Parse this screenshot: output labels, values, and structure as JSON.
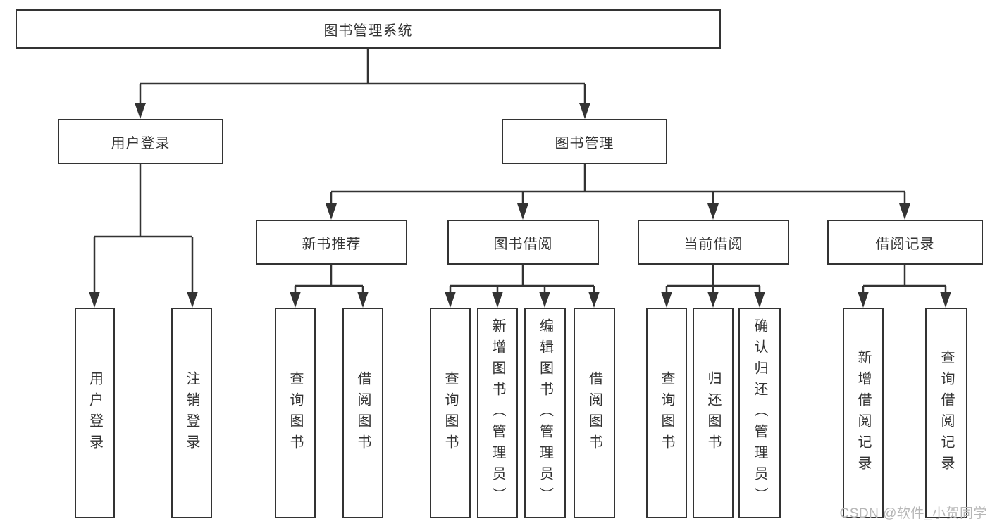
{
  "colors": {
    "line": "#333333",
    "text": "#333333",
    "box_background": "#ffffff",
    "page_background": "#ffffff",
    "watermark": "#b6b6b6"
  },
  "watermark": "CSDN @软件_小贺同学",
  "tree": {
    "root": {
      "label": "图书管理系统"
    },
    "branches": [
      {
        "label": "用户登录",
        "children": [
          {
            "label": "用户登录"
          },
          {
            "label": "注销登录"
          }
        ]
      },
      {
        "label": "图书管理",
        "sections": [
          {
            "label": "新书推荐",
            "children": [
              {
                "label": "查询图书"
              },
              {
                "label": "借阅图书"
              }
            ]
          },
          {
            "label": "图书借阅",
            "children": [
              {
                "label": "查询图书"
              },
              {
                "label": "新增图书（管理员）"
              },
              {
                "label": "编辑图书（管理员）"
              },
              {
                "label": "借阅图书"
              }
            ]
          },
          {
            "label": "当前借阅",
            "children": [
              {
                "label": "查询图书"
              },
              {
                "label": "归还图书"
              },
              {
                "label": "确认归还（管理员）"
              }
            ]
          },
          {
            "label": "借阅记录",
            "children": [
              {
                "label": "新增借阅记录"
              },
              {
                "label": "查询借阅记录"
              }
            ]
          }
        ]
      }
    ]
  }
}
